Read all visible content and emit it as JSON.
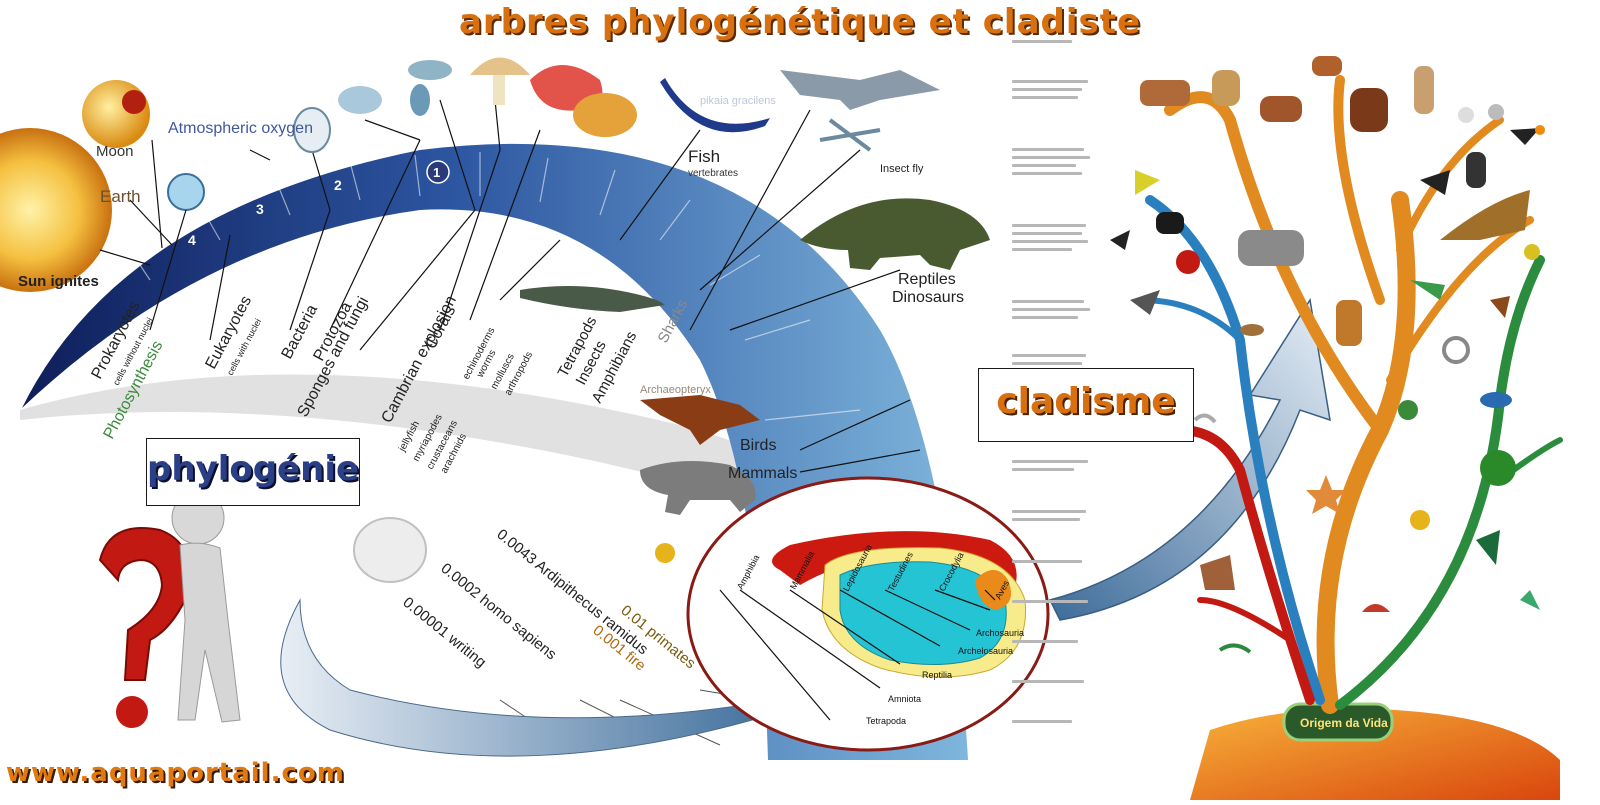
{
  "title": "arbres phylogénétique et cladiste",
  "footer": "www.aquaportail.com",
  "phylogeny_label": "phylogénie",
  "cladism_label": "cladisme",
  "timeline": {
    "era_numbers": [
      "4",
      "3",
      "2",
      "1"
    ],
    "events": [
      "Sun ignites",
      "Moon",
      "Earth",
      "Atmospheric oxygen",
      "Prokaryotes",
      "Photosynthesis",
      "Eukaryotes",
      "Bacteria",
      "Protozoa",
      "Sponges and fungi",
      "Corals",
      "Cambrian explosion",
      "Fish",
      "Tetrapods",
      "Insects",
      "Amphibians",
      "Sharks",
      "Insect fly",
      "Reptiles",
      "Dinosaurs",
      "Birds",
      "Mammals"
    ],
    "sublabels": {
      "prokaryotes": "cells without nuclei",
      "eukaryotes": "cells with nuclei",
      "fish": "vertebrates",
      "cambrian_left": [
        "jellyfish",
        "myriapodes",
        "crustaceans",
        "arachnids"
      ],
      "cambrian_right": [
        "echinoderms",
        "worms",
        "molluscs",
        "arthropods"
      ],
      "fish_species": "pikaia gracilens",
      "bird_species": "Archaeopteryx"
    },
    "recent": [
      "0.0043 Ardipithecus ramidus",
      "0.0002 homo sapiens",
      "0.00001 writing",
      "0.01 primates",
      "0.001 fire"
    ]
  },
  "cladogram": {
    "taxa": [
      "Amphibia",
      "Mammalia",
      "Lepidosauria",
      "Testudines",
      "Crocodylia",
      "Aves"
    ],
    "groups": [
      "Archosauria",
      "Archelosauria",
      "Reptilia",
      "Amniota",
      "Tetrapoda"
    ]
  },
  "tree_root_label": "Origem da Vida",
  "colors": {
    "orange": "#d9700f",
    "navy": "#1f3374",
    "blue": "#2a7fbf",
    "green": "#2a8c3c",
    "red": "#c21a12"
  }
}
